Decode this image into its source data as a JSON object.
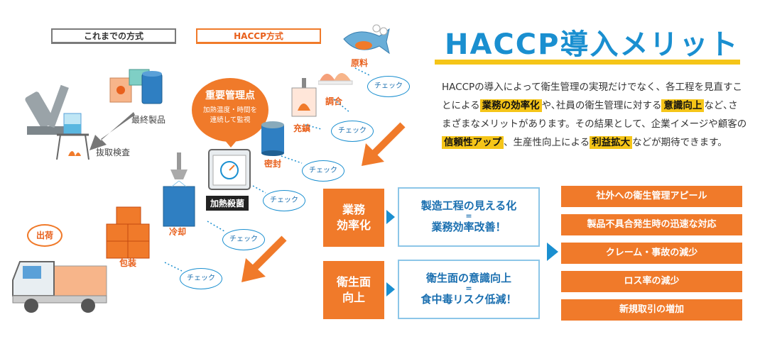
{
  "tabs": {
    "old_method": "これまでの方式",
    "haccp_method": "HACCP方式"
  },
  "left": {
    "final_product": "最終製品",
    "sampling_inspection": "抜取検査"
  },
  "ccp": {
    "title": "重要管理点",
    "desc_line1": "加熱温度・時間を",
    "desc_line2": "連続して監視"
  },
  "process": {
    "raw_material": "原料",
    "mixing": "調合",
    "filling": "充鎮",
    "sealing": "密封",
    "heating": "加熱殺菌",
    "cooling": "冷却",
    "packaging": "包装",
    "shipping": "出荷"
  },
  "check_label": "チェック",
  "title": "HACCP導入メリット",
  "description": {
    "t1": "HACCPの導入によって衛生管理の実現だけでなく、各工程を見直すことによる",
    "h1": "業務の効率化",
    "t2": "や､社員の衛生管理に対する",
    "h2": "意識向上",
    "t3": "など､さまざまなメリットがあります。その結果として、企業イメージや顧客の",
    "h3": "信頼性アップ",
    "t4": "、生産性向上による",
    "h4": "利益拡大",
    "t5": "などが期待できます。"
  },
  "categories": {
    "efficiency": "業務\n効率化",
    "hygiene": "衛生面\n向上"
  },
  "middle": {
    "efficiency_top": "製造工程の見える化",
    "efficiency_eq": "=",
    "efficiency_bottom": "業務効率改善！",
    "hygiene_top": "衛生面の意識向上",
    "hygiene_eq": "=",
    "hygiene_bottom": "食中毒リスク低減！"
  },
  "results": [
    "社外への衛生管理アピール",
    "製品不具合発生時の迅速な対応",
    "クレーム・事故の減少",
    "ロス率の減少",
    "新規取引の増加"
  ],
  "colors": {
    "orange": "#f07a2a",
    "blue": "#1a8fd0",
    "yellow": "#f5c518",
    "light_blue": "#8cc6e8"
  }
}
